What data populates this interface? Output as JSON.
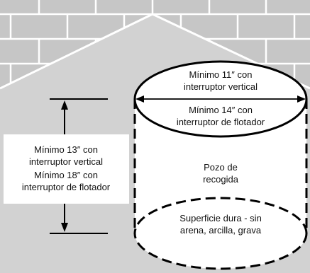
{
  "diagram": {
    "top_diameter_label": [
      "Mínimo 11″ con",
      "interruptor vertical"
    ],
    "inner_diameter_label": [
      "Mínimo 14″ con",
      "interruptor de flotador"
    ],
    "depth_label": [
      "Mínimo 13″ con",
      "interruptor vertical",
      "Mínimo 18″ con",
      "interruptor de flotador"
    ],
    "pit_label": [
      "Pozo de",
      "recogida"
    ],
    "bottom_label": [
      "Superficie dura - sin",
      "arena, arcilla, grava"
    ]
  },
  "colors": {
    "wall_gray": "#c8c8c8",
    "floor_gray": "#d2d2d2",
    "line": "#000000",
    "label_bg": "#ffffff"
  }
}
